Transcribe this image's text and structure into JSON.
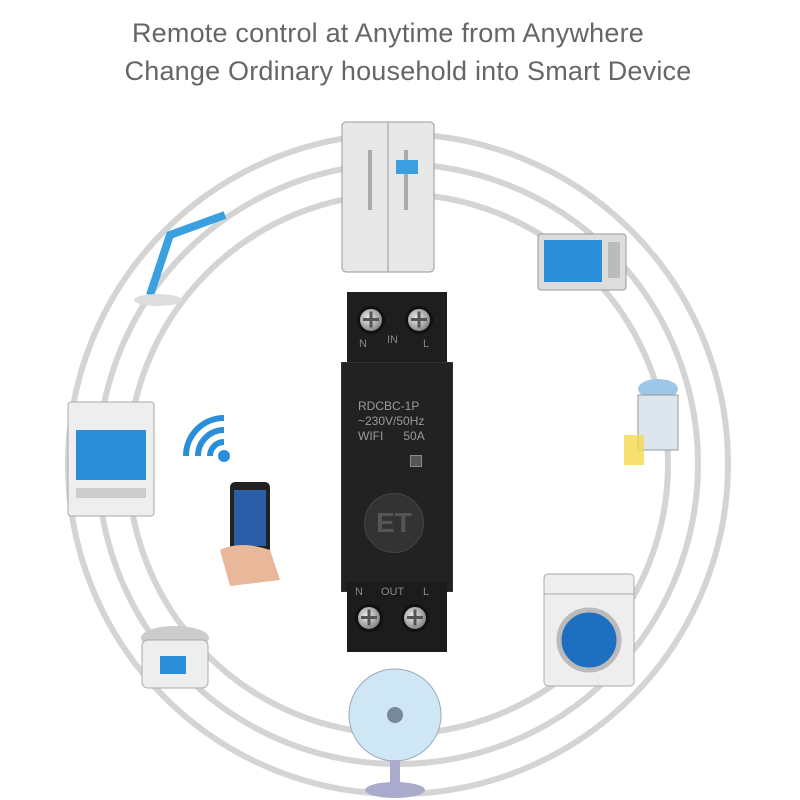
{
  "headline": {
    "line1": "Remote control at Anytime from Anywhere",
    "line2": "Change Ordinary household into Smart Device"
  },
  "device": {
    "model": "RDCBC-1P",
    "voltage": "~230V/50Hz",
    "wifi_label": "WIFI",
    "current": "50A",
    "input_labels": {
      "n": "N",
      "in": "IN",
      "l": "L"
    },
    "output_labels": {
      "n": "N",
      "out": "OUT",
      "l": "L"
    },
    "logo": "ET"
  },
  "appliances": [
    "refrigerator",
    "microwave",
    "juicer",
    "washing-machine",
    "fan",
    "rice-cooker",
    "oven",
    "desk-lamp"
  ],
  "colors": {
    "rings": "#d4d4d4",
    "headline": "#666666",
    "device": "#222222",
    "accent_blue": "#2a8fd8"
  }
}
